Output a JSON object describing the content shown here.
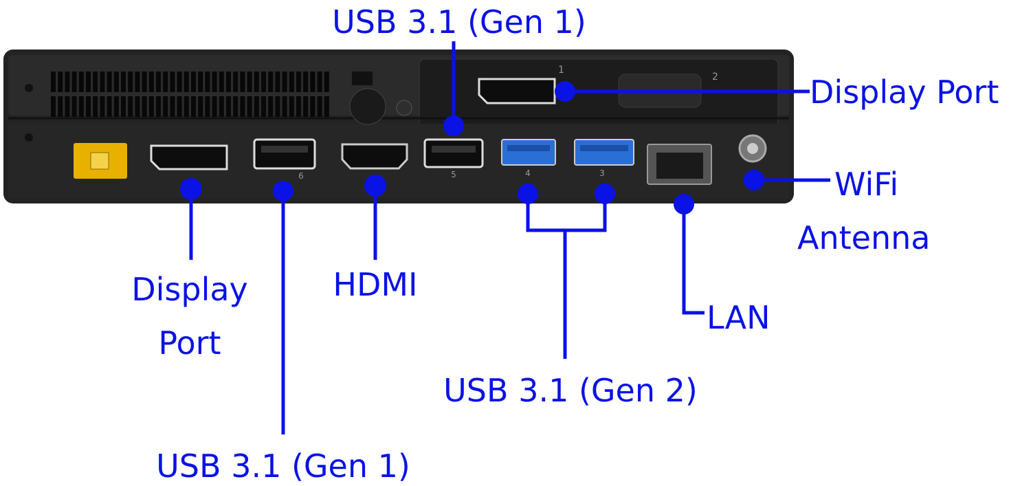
{
  "title": "Mini PC rear I/O ports",
  "colors": {
    "label": "#0a12e6",
    "chassis": "#232323",
    "usb_gen2": "#2a6fd6",
    "power_port": "#e8b100"
  },
  "labels": {
    "usb_gen1_top": "USB 3.1 (Gen 1)",
    "display_port_right": "Display Port",
    "wifi_line1": "WiFi",
    "wifi_line2": "Antenna",
    "lan": "LAN",
    "usb_gen2": "USB 3.1 (Gen 2)",
    "hdmi": "HDMI",
    "display_port_left_line1": "Display",
    "display_port_left_line2": "Port",
    "usb_gen1_bottom": "USB 3.1 (Gen 1)"
  },
  "port_numbers": {
    "usb_left": "6",
    "usb_mid": "5",
    "usb_gen2_a": "4",
    "usb_gen2_b": "3",
    "dp_top": "1",
    "slot": "2"
  }
}
